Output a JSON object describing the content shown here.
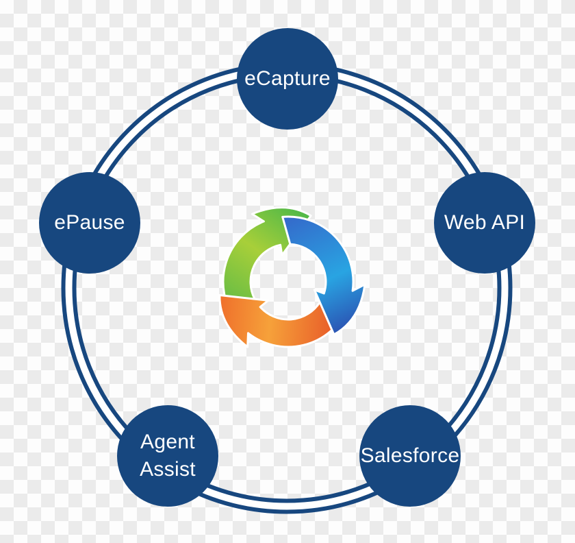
{
  "diagram": {
    "center_icon": "cycle-arrows-logo",
    "nodes": [
      {
        "label": "eCapture"
      },
      {
        "label": "Web API"
      },
      {
        "label": "Salesforce"
      },
      {
        "label": "Agent Assist",
        "line1": "Agent",
        "line2": "Assist"
      },
      {
        "label": "ePause"
      }
    ]
  },
  "colors": {
    "node_fill": "#17477f",
    "node_text": "#ffffff",
    "ring_stroke": "#17477f",
    "ring_band": "#ffffff",
    "arrow_outline": "#ffffff",
    "checker_light": "#fdfdfd",
    "checker_gray": "#ebebeb",
    "logo_green": [
      "#5bb947",
      "#a8cf39",
      "#4fb848"
    ],
    "logo_blue": [
      "#3566c9",
      "#29a4e2",
      "#2b55b4"
    ],
    "logo_orange": [
      "#e54e25",
      "#f6a13a",
      "#ef6f2b"
    ]
  }
}
